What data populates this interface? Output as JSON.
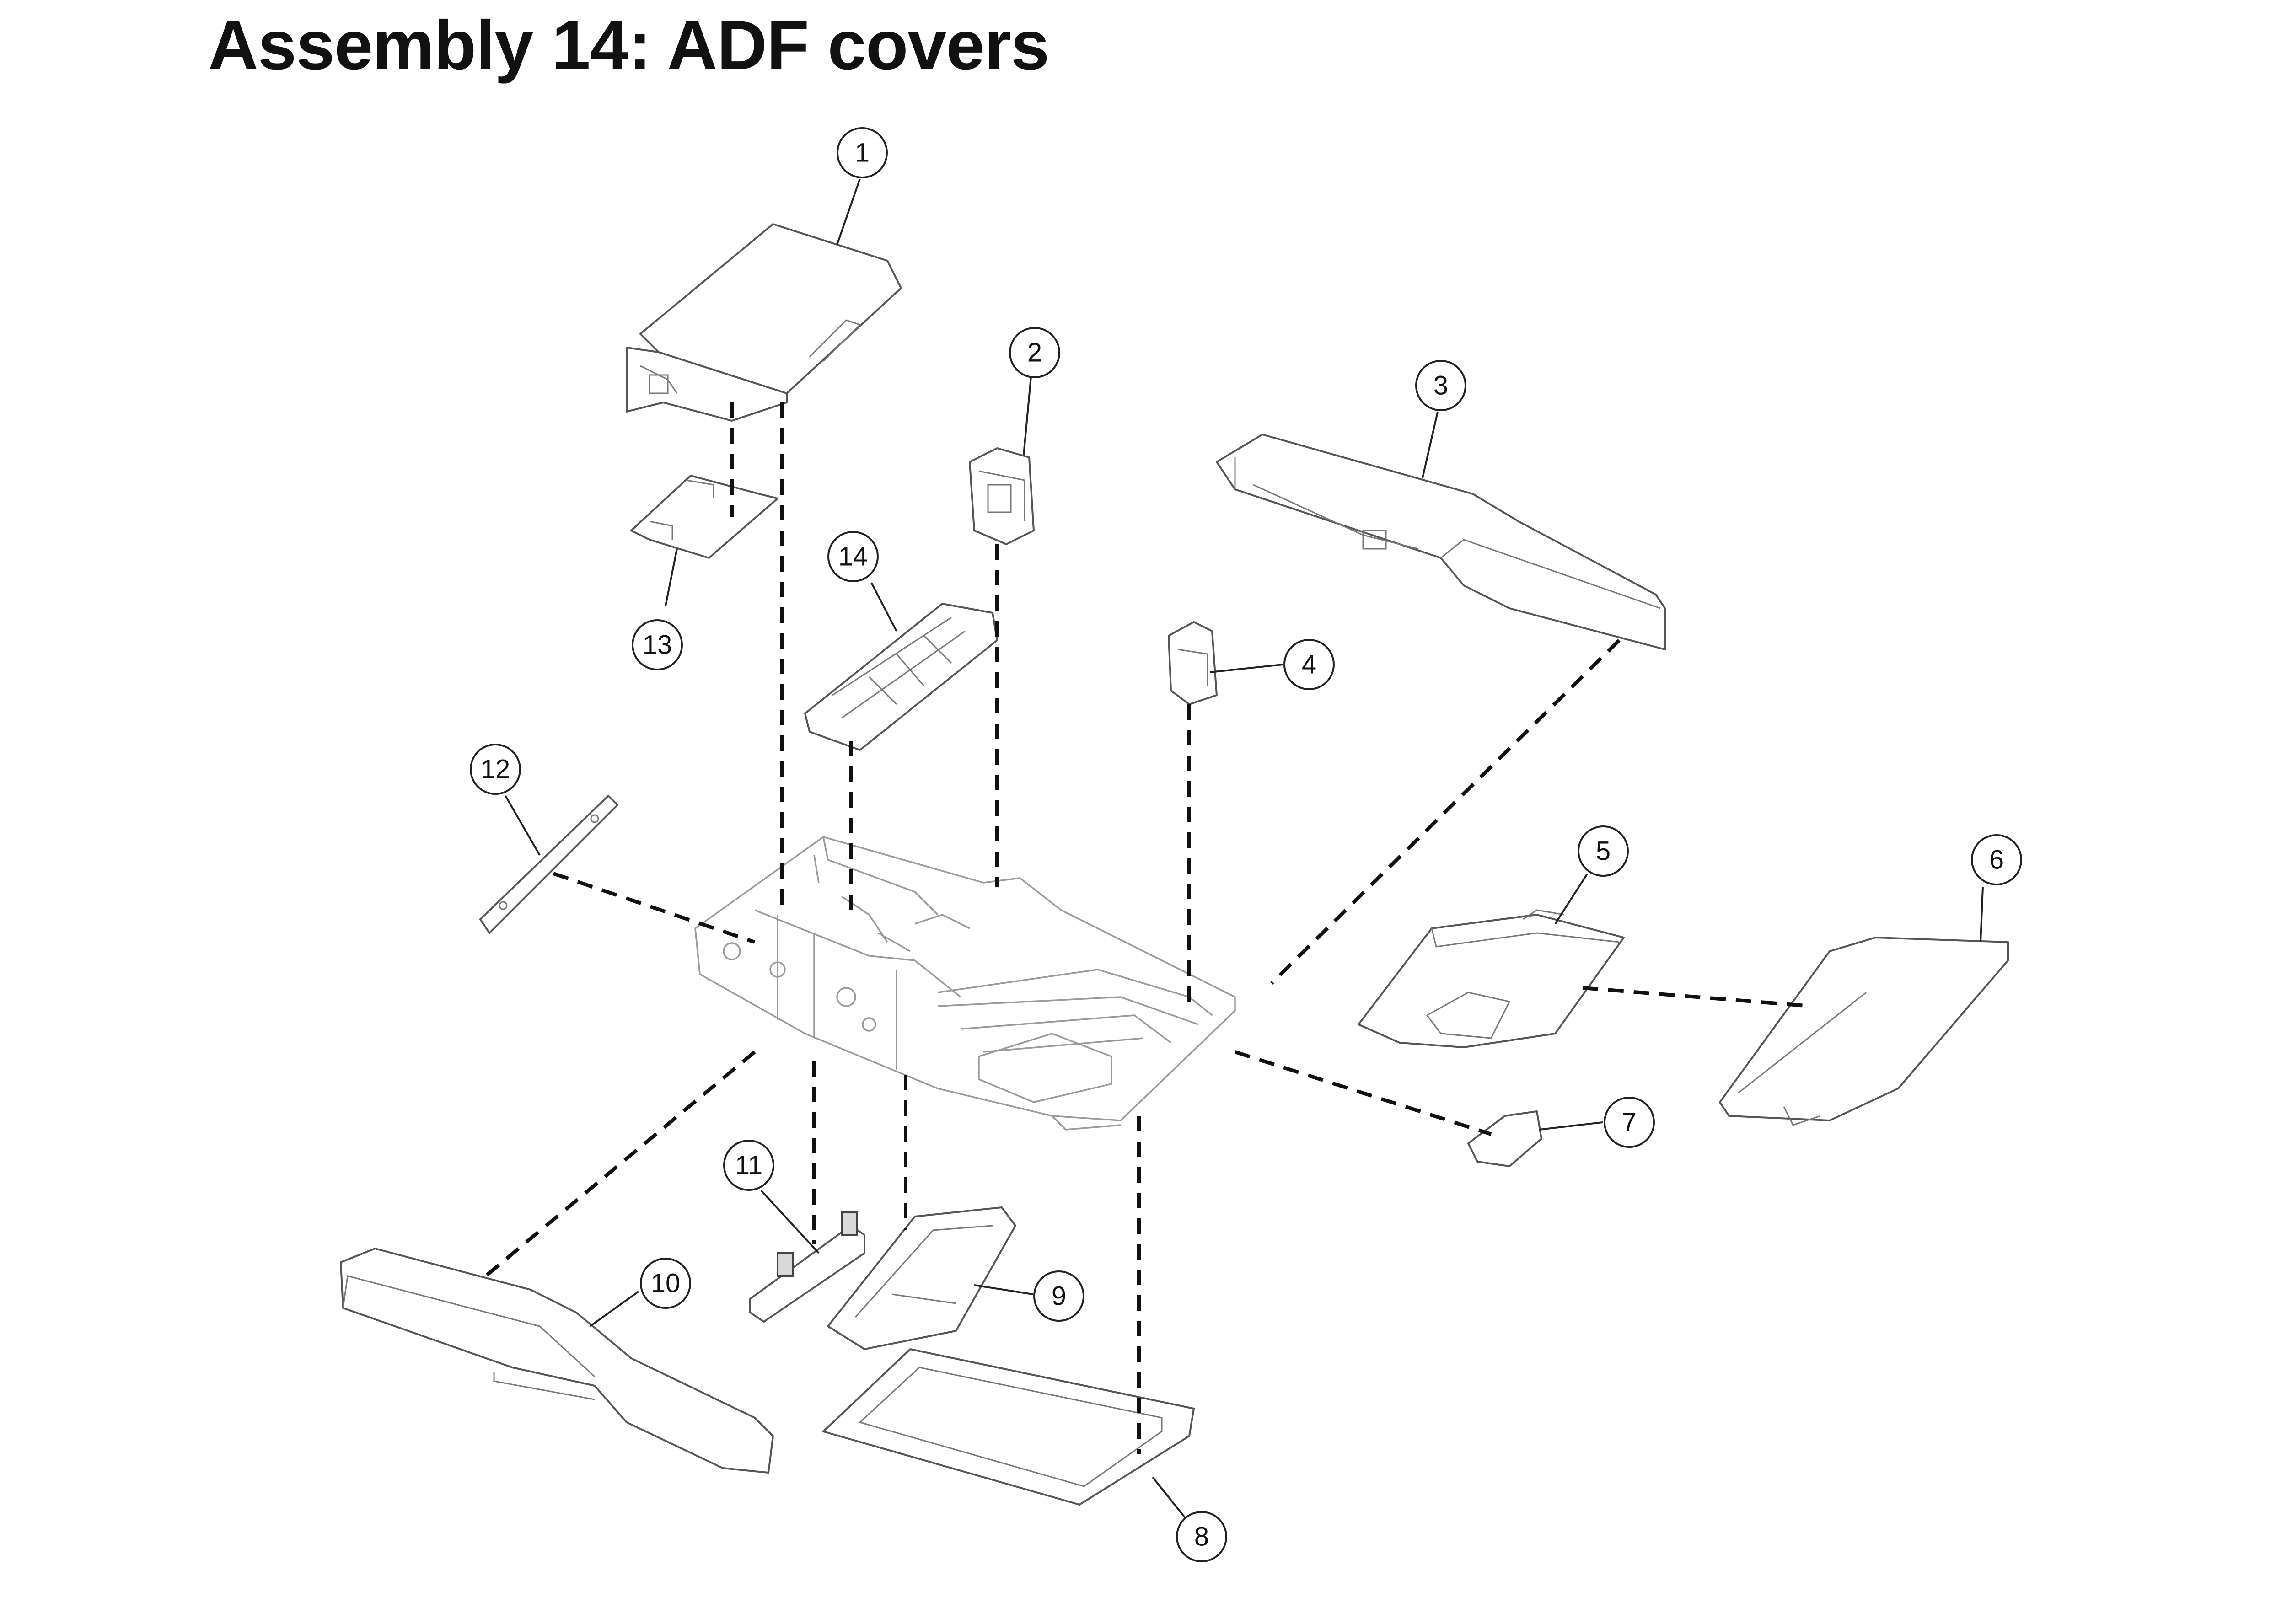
{
  "title": "Assembly 14: ADF covers",
  "callouts": {
    "c1": "1",
    "c2": "2",
    "c3": "3",
    "c4": "4",
    "c5": "5",
    "c6": "6",
    "c7": "7",
    "c8": "8",
    "c9": "9",
    "c10": "10",
    "c11": "11",
    "c12": "12",
    "c13": "13",
    "c14": "14"
  }
}
